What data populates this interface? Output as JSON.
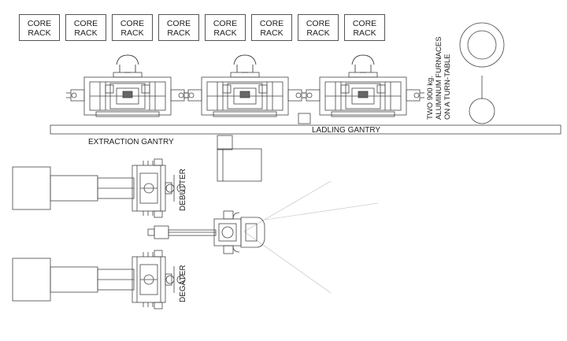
{
  "core_racks": [
    {
      "line1": "CORE",
      "line2": "RACK"
    },
    {
      "line1": "CORE",
      "line2": "RACK"
    },
    {
      "line1": "CORE",
      "line2": "RACK"
    },
    {
      "line1": "CORE",
      "line2": "RACK"
    },
    {
      "line1": "CORE",
      "line2": "RACK"
    },
    {
      "line1": "CORE",
      "line2": "RACK"
    },
    {
      "line1": "CORE",
      "line2": "RACK"
    },
    {
      "line1": "CORE",
      "line2": "RACK"
    }
  ],
  "labels": {
    "ladling_gantry": "LADLING GANTRY",
    "extraction_gantry": "EXTRACTION GANTRY",
    "debutter": "DEBUTTER",
    "degater": "DEGATER",
    "furnace_line1": "TWO 900 kg.",
    "furnace_line2": "ALUMINUM FURNACES",
    "furnace_line3": "ON A TURN-TABLE"
  }
}
